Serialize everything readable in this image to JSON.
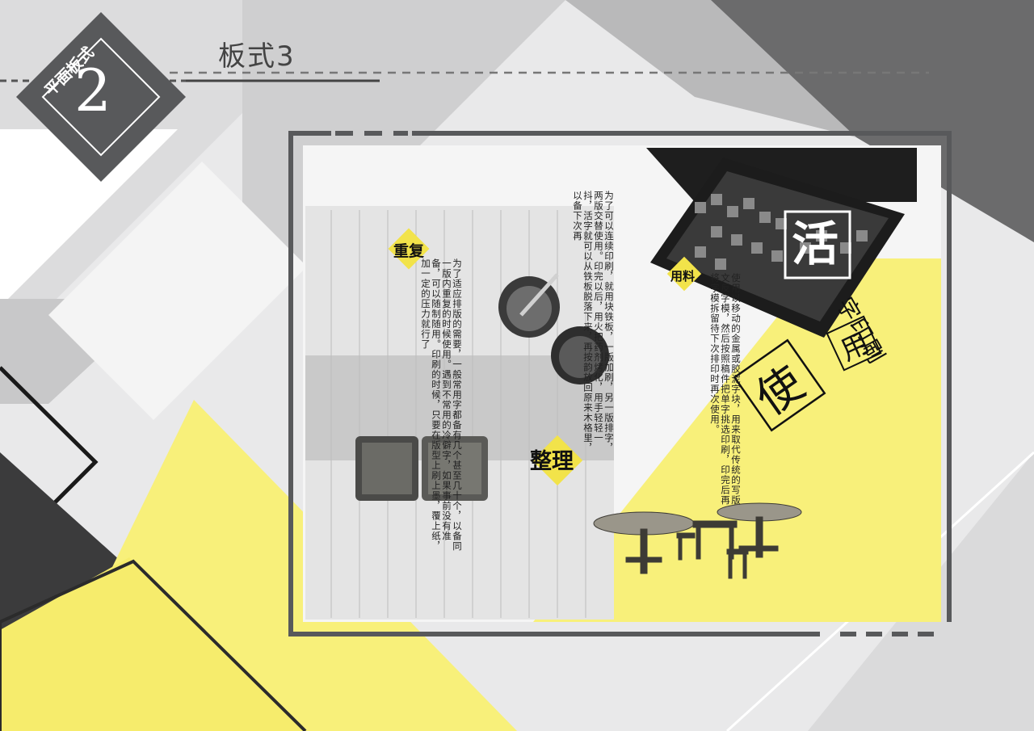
{
  "badge": {
    "label": "平面板式",
    "number": "2"
  },
  "page_title": "板式3",
  "headings": {
    "repeat": "重复",
    "organize": "整理",
    "material": "用料"
  },
  "side_title": {
    "part1": "字印刷",
    "part2": "用",
    "part3": "使"
  },
  "stamp_char": "活",
  "block_text": {
    "left": "为了适应排版的需要，一般常用字都备有几个甚至几十个，以备同一版内重复的时候使用。遇到不常用的冷僻字，如果事前没有准备，可以随制随用。印刷的时候，只要在版型上刷上墨，覆上纸，加一定的压力就行了",
    "middle": "为了可以连续印刷，就用块铁板，一版加刷，另一版排字，两版交替使用。印完以后，用火把药剂烤化，用手轻轻一抖，活字就可以从铁板脱落下来，再按韵放回原来木格里，以备下次再",
    "right": "使用以移动的金属或胶泥字块，用来取代传统的写版文反字模，然后按照稿件把单字挑选印刷，印完后再将字模拆留待下次排印时再次使用。"
  },
  "colors": {
    "yellow": "#f8f07a",
    "tag_yellow": "#f2e34a",
    "dark_gray": "#6b6b6c",
    "mid_gray": "#a9a9aa",
    "light_gray": "#d4d4d5",
    "frame": "#58595b"
  }
}
